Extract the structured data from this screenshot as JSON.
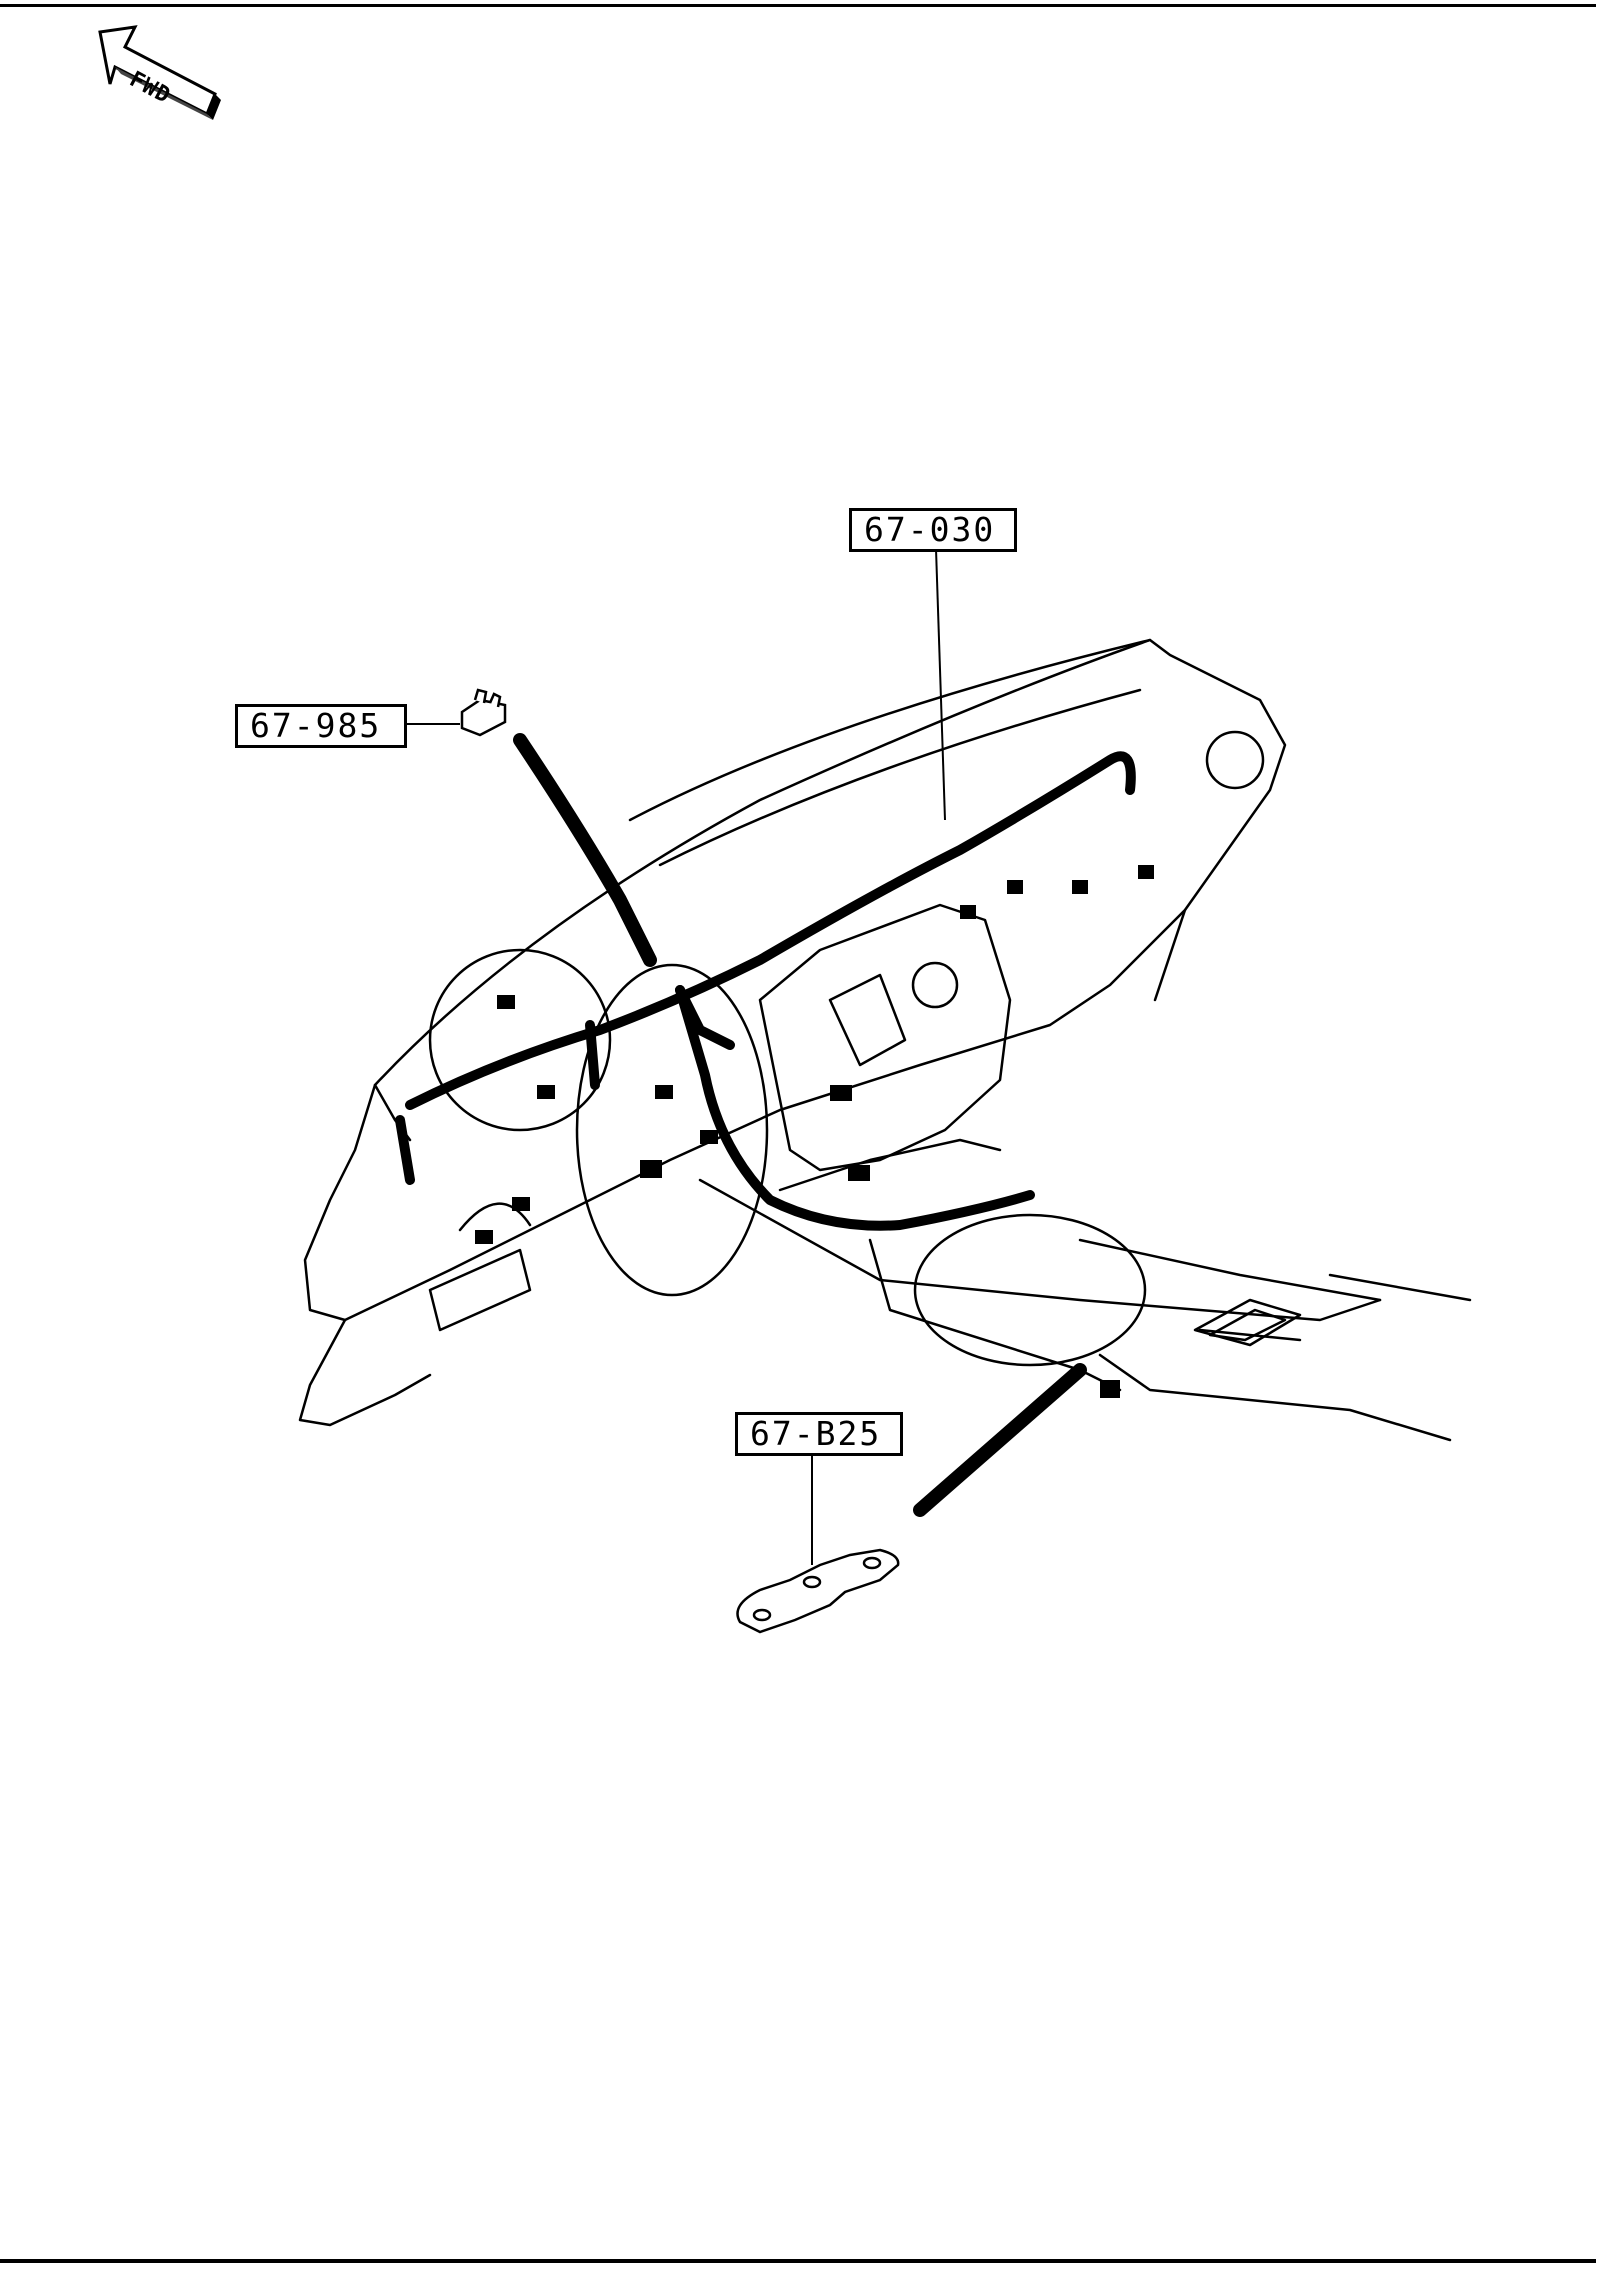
{
  "fwd_indicator": {
    "label": "FWD",
    "icon": "fwd-arrow-icon"
  },
  "callouts": {
    "harness": "67-030",
    "clip": "67-985",
    "bracket": "67-B25"
  }
}
